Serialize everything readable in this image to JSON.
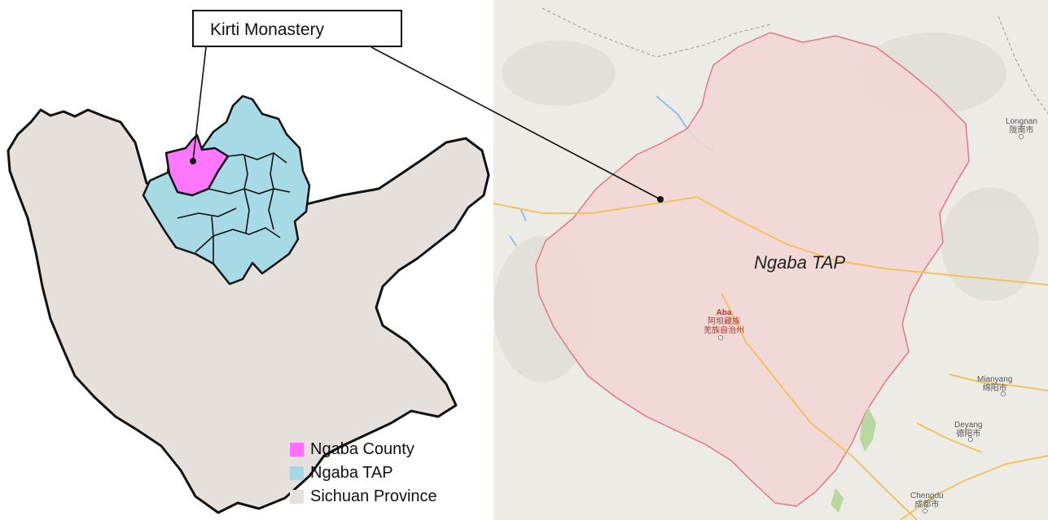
{
  "callout": {
    "label": "Kirti Monastery"
  },
  "map_label": "Ngaba TAP",
  "legend": [
    {
      "label": "Ngaba County",
      "color": "#ff70ff"
    },
    {
      "label": "Ngaba TAP",
      "color": "#a3d8e6"
    },
    {
      "label": "Sichuan Province",
      "color": "#e5e1dc"
    }
  ],
  "cities": {
    "longnan": {
      "en": "Longnan",
      "zh": "陇南市"
    },
    "aba": {
      "en": "Aba",
      "zh": "阿坝藏族",
      "zh2": "羌族自治州"
    },
    "mianyang": {
      "en": "Mianyang",
      "zh": "绵阳市"
    },
    "deyang": {
      "en": "Deyang",
      "zh": "德阳市"
    },
    "chengdu": {
      "en": "Chengdu",
      "zh": "成都市"
    }
  },
  "colors": {
    "province": "#e6e0dd",
    "tap": "#a6dbe6",
    "county": "#ff77ff",
    "tap_region": "#f2d6d4",
    "tap_border": "#e07a84",
    "roads": "#f2c35b"
  }
}
